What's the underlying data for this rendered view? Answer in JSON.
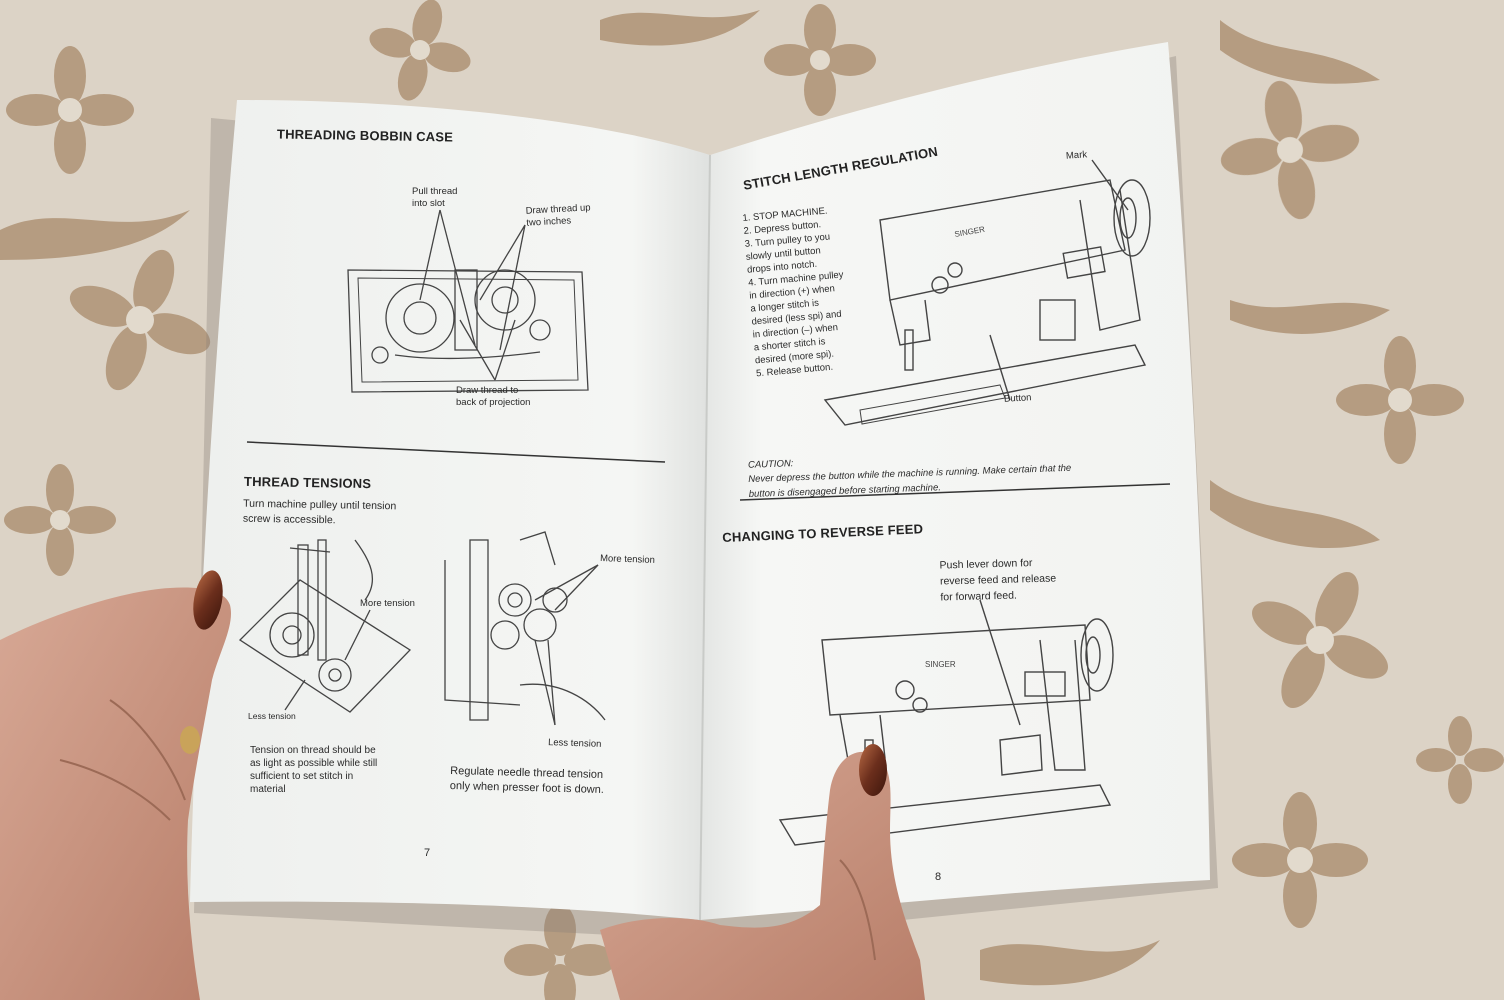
{
  "left_page": {
    "bobbin": {
      "heading": "THREADING BOBBIN CASE",
      "label_pull": "Pull thread\ninto slot",
      "label_draw_up": "Draw thread up\ntwo inches",
      "label_back": "Draw thread to\nback of projection"
    },
    "tensions": {
      "heading": "THREAD TENSIONS",
      "intro": "Turn machine pulley until tension\nscrew is accessible.",
      "more_tension_1": "More tension",
      "less_tension_1": "Less tension",
      "more_tension_2": "More tension",
      "less_tension_2": "Less tension",
      "note_left": "Tension on thread should be\nas light as possible while still\nsufficient to set stitch in\nmaterial",
      "note_right": "Regulate needle thread tension\nonly when presser foot is down."
    },
    "page_number": "7"
  },
  "right_page": {
    "stitch": {
      "heading": "STITCH LENGTH REGULATION",
      "steps": [
        "1.  STOP MACHINE.",
        "2.  Depress button.",
        "3.  Turn pulley to you\n     slowly until button\n     drops into notch.",
        "4.  Turn machine pulley\n     in direction (+) when\n     a longer stitch is\n     desired (less spi) and\n     in direction (–) when\n     a shorter stitch is\n     desired (more spi).",
        "5.  Release button."
      ],
      "label_mark": "Mark",
      "label_button": "Button",
      "machine_brand": "SINGER"
    },
    "caution": {
      "title": "CAUTION:",
      "text": "Never depress the button while the machine is running. Make certain that the\nbutton is disengaged before starting machine."
    },
    "reverse": {
      "heading": "CHANGING TO REVERSE FEED",
      "instruction": "Push lever down for\nreverse feed and release\nfor forward feed.",
      "machine_brand": "SINGER"
    },
    "page_number": "8"
  },
  "colors": {
    "tablecloth_base": "#d9cfc2",
    "floral_pattern": "#a98a6a",
    "paper": "#f4f5f3",
    "ink": "#2a2a2a",
    "skin": "#c89480",
    "nail_polish": "#6b2e1c"
  }
}
